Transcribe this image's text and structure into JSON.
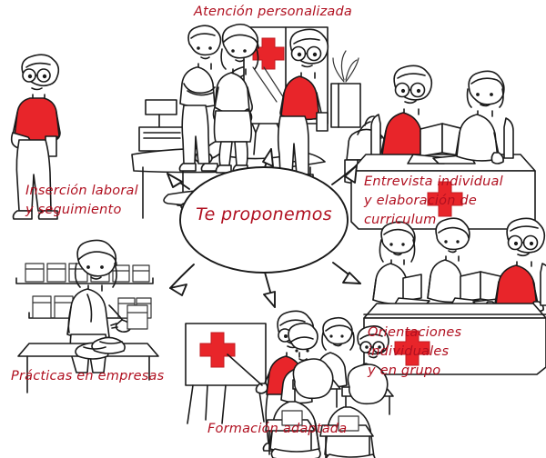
{
  "diagram": {
    "center": {
      "text": "Te proponemos",
      "shape": "ellipse"
    },
    "accent_color": "#b01020",
    "icon_red": "#e8252a",
    "line_color": "#1a1a1a",
    "background": "#ffffff",
    "branches": [
      {
        "id": "atencion-personalizada",
        "label": "Atención personalizada",
        "position": "top",
        "illustration": "reception-desk-glass-door-red-cross-scene"
      },
      {
        "id": "entrevista-individual",
        "label": "Entrevista individual\ny elaboración de curriculum",
        "position": "top-right",
        "illustration": "two-people-at-desk-with-laptops-red-cross-scene"
      },
      {
        "id": "orientaciones-individuales",
        "label": "Orientaciones individuales\ny en grupo",
        "position": "bottom-right",
        "illustration": "three-people-at-desk-with-laptops-red-cross-scene"
      },
      {
        "id": "formacion-adaptada",
        "label": "Formación  adaptada",
        "position": "bottom",
        "illustration": "classroom-teacher-flipchart-red-cross-scene"
      },
      {
        "id": "practicas-en-empresas",
        "label": "Prácticas en empresas",
        "position": "bottom-left",
        "illustration": "shop-worker-shelves-products-scene"
      },
      {
        "id": "insercion-laboral",
        "label": "Inserción laboral\ny seguimiento",
        "position": "top-left",
        "illustration": "supermarket-checkout-cashier-scene"
      }
    ]
  }
}
